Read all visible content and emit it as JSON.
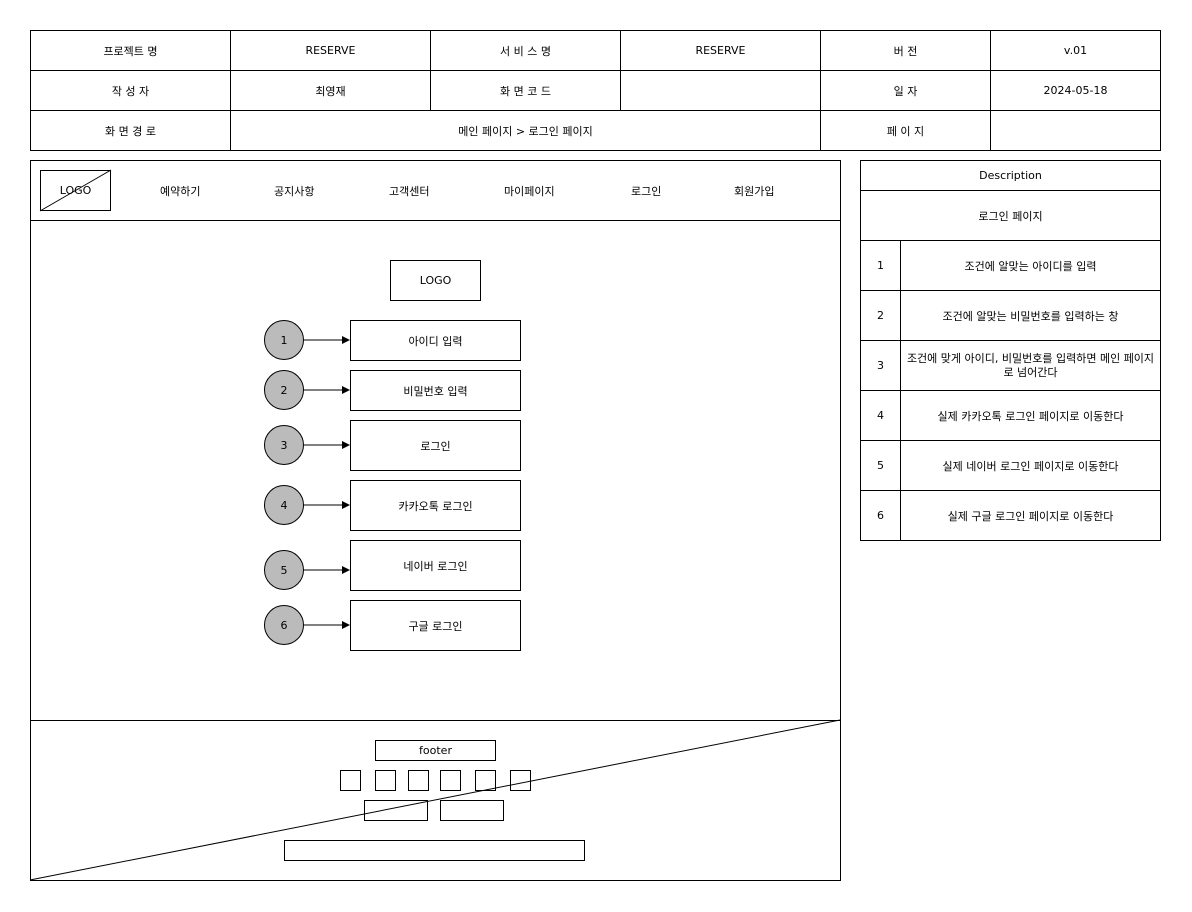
{
  "header": {
    "project_label": "프로젝트 명",
    "project_value": "RESERVE",
    "service_label": "서 비 스 명",
    "service_value": "RESERVE",
    "version_label": "버 전",
    "version_value": "v.01",
    "author_label": "작 성 자",
    "author_value": "최영재",
    "screen_code_label": "화 면 코 드",
    "screen_code_value": "",
    "date_label": "일 자",
    "date_value": "2024-05-18",
    "path_label": "화 면 경 로",
    "path_value": "메인 페이지 > 로그인 페이지",
    "page_label": "페 이 지",
    "page_value": ""
  },
  "nav": {
    "logo": "LOGO",
    "items": [
      "예약하기",
      "공지사항",
      "고객센터",
      "마이페이지",
      "로그인",
      "회원가입"
    ]
  },
  "main": {
    "logo": "LOGO",
    "rows": [
      {
        "num": "1",
        "label": "아이디 입력"
      },
      {
        "num": "2",
        "label": "비밀번호 입력"
      },
      {
        "num": "3",
        "label": "로그인"
      },
      {
        "num": "4",
        "label": "카카오톡 로그인"
      },
      {
        "num": "5",
        "label": "네이버 로그인"
      },
      {
        "num": "6",
        "label": "구글 로그인"
      }
    ]
  },
  "footer": {
    "label": "footer"
  },
  "description": {
    "title": "Description",
    "subtitle": "로그인 페이지",
    "items": [
      {
        "num": "1",
        "text": "조건에 알맞는 아이디를 입력"
      },
      {
        "num": "2",
        "text": "조건에 알맞는 비밀번호를 입력하는 창"
      },
      {
        "num": "3",
        "text": "조건에 맞게 아이디, 비밀번호를 입력하면 메인 페이지로 넘어간다"
      },
      {
        "num": "4",
        "text": "실제 카카오톡 로그인 페이지로 이동한다"
      },
      {
        "num": "5",
        "text": "실제 네이버 로그인 페이지로 이동한다"
      },
      {
        "num": "6",
        "text": "실제 구글 로그인 페이지로 이동한다"
      }
    ]
  }
}
